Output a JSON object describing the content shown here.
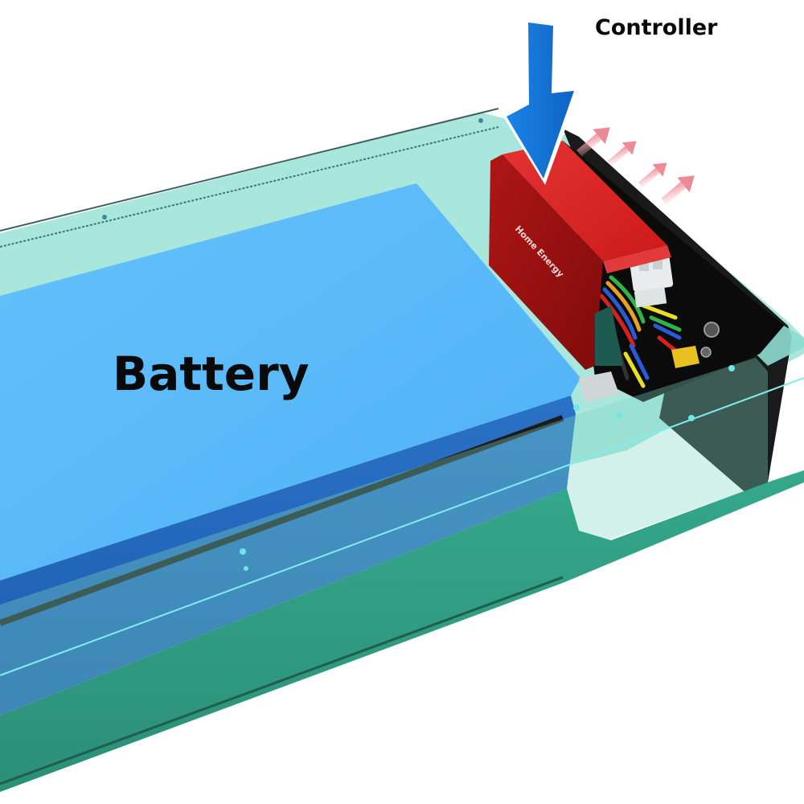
{
  "figure": {
    "type": "product-illustration",
    "subject": "Battery pack with controller inside transparent enclosure"
  },
  "labels": {
    "controller": "Controller",
    "battery": "Battery"
  },
  "controller_module": {
    "brand_text": "Home Energy",
    "color": "#d81f1f"
  },
  "arrows": {
    "pointer": {
      "direction": "down",
      "color": "#1877d8",
      "points_to": "controller"
    },
    "heat": {
      "count": 4,
      "direction": "up-right",
      "color": "#f2a0a8"
    }
  },
  "colors": {
    "background": "#ffffff",
    "battery_top": "#5fbcf8",
    "battery_side": "#1f63b8",
    "case_glass": "#9fe3d8",
    "case_edge": "#2e9c86",
    "case_bottom": "#2f9a80",
    "controller_red": "#d81f1f",
    "controller_dark": "#8c0d0d",
    "compartment_black": "#0b0b0b",
    "label_text": "#0a0a0a"
  }
}
